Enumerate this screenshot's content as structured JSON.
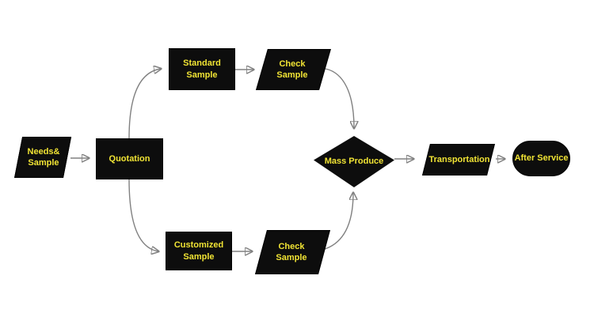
{
  "diagram": {
    "type": "flowchart",
    "nodes": {
      "needs_sample": {
        "label": "Needs&\nSample",
        "shape": "parallelogram"
      },
      "quotation": {
        "label": "Quotation",
        "shape": "rectangle"
      },
      "standard_sample": {
        "label": "Standard\nSample",
        "shape": "rectangle"
      },
      "check_sample_top": {
        "label": "Check\nSample",
        "shape": "parallelogram"
      },
      "customized_sample": {
        "label": "Customized\nSample",
        "shape": "rectangle"
      },
      "check_sample_bottom": {
        "label": "Check\nSample",
        "shape": "parallelogram"
      },
      "mass_produce": {
        "label": "Mass Produce",
        "shape": "diamond"
      },
      "transportation": {
        "label": "Transportation",
        "shape": "parallelogram"
      },
      "after_service": {
        "label": "After Service",
        "shape": "stadium"
      }
    },
    "edges": [
      {
        "from": "needs_sample",
        "to": "quotation"
      },
      {
        "from": "quotation",
        "to": "standard_sample"
      },
      {
        "from": "quotation",
        "to": "customized_sample"
      },
      {
        "from": "standard_sample",
        "to": "check_sample_top"
      },
      {
        "from": "customized_sample",
        "to": "check_sample_bottom"
      },
      {
        "from": "check_sample_top",
        "to": "mass_produce"
      },
      {
        "from": "check_sample_bottom",
        "to": "mass_produce"
      },
      {
        "from": "mass_produce",
        "to": "transportation"
      },
      {
        "from": "transportation",
        "to": "after_service"
      }
    ],
    "colors": {
      "background": "#ffffff",
      "shape_fill": "#0d0d0d",
      "shape_stroke": "#000000",
      "label_color": "#f1e434",
      "connector_color": "#808080",
      "arrowhead_color": "#111111"
    }
  }
}
